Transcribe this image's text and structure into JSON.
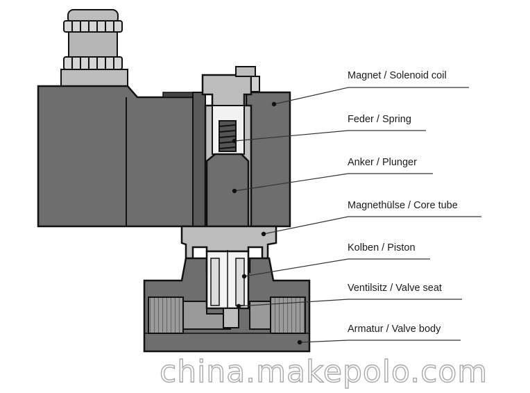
{
  "labels": [
    {
      "id": "coil",
      "text": "Magnet / Solenoid coil"
    },
    {
      "id": "spring",
      "text": "Feder / Spring"
    },
    {
      "id": "plunger",
      "text": "Anker / Plunger"
    },
    {
      "id": "core",
      "text": "Magnethülse / Core tube"
    },
    {
      "id": "piston",
      "text": "Kolben / Piston"
    },
    {
      "id": "seat",
      "text": "Ventilsitz / Valve seat"
    },
    {
      "id": "body",
      "text": "Armatur / Valve body"
    }
  ],
  "watermark": "china.makepolo.com",
  "colors": {
    "outline": "#111111",
    "coil_fill": "#6e6e6e",
    "coil_dark": "#5a5a5a",
    "light_metal": "#bdbdbd",
    "mid_metal": "#9a9a9a",
    "white_metal": "#f2f2f2",
    "leader": "#333333"
  }
}
